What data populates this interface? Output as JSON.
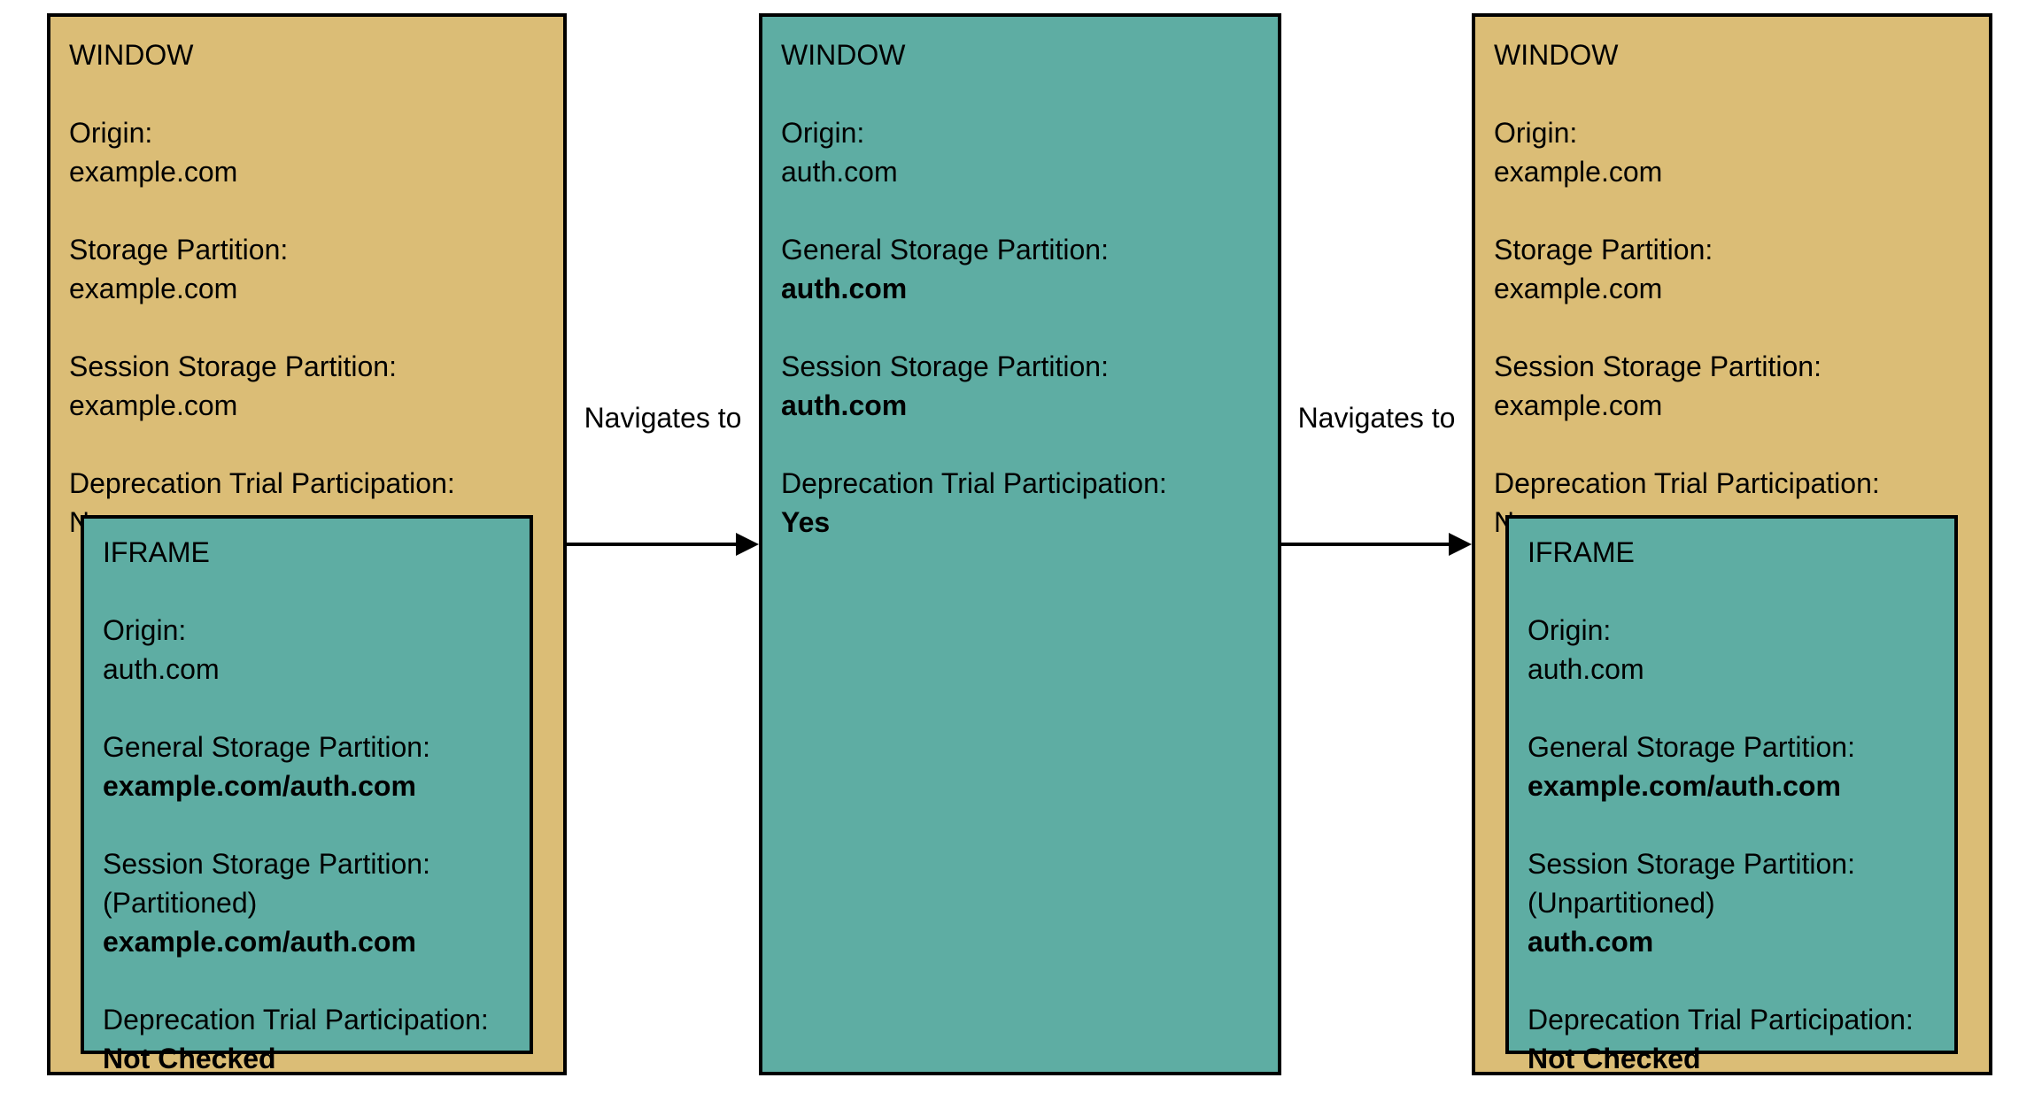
{
  "colors": {
    "window_fill": "#DBBD76",
    "iframe_fill": "#5EADA3",
    "border": "#000000",
    "text": "#000000",
    "background": "#FFFFFF"
  },
  "boxes": [
    {
      "title": "WINDOW",
      "fields": [
        {
          "label": "Origin:",
          "values": [
            "example.com"
          ]
        },
        {
          "label": "Storage Partition:",
          "values": [
            "example.com"
          ]
        },
        {
          "label": "Session Storage Partition:",
          "values": [
            "example.com"
          ]
        },
        {
          "label": "Deprecation Trial Participation:",
          "values": [
            "No"
          ]
        }
      ],
      "iframe": {
        "title": "IFRAME",
        "fields": [
          {
            "label": "Origin:",
            "values": [
              "auth.com"
            ]
          },
          {
            "label": "General Storage Partition:",
            "values": [
              "example.com/auth.com"
            ]
          },
          {
            "label": "Session Storage Partition:",
            "values": [
              "(Partitioned)",
              "example.com/auth.com"
            ]
          },
          {
            "label": "Deprecation Trial Participation:",
            "values": [
              "Not Checked"
            ]
          }
        ]
      }
    },
    {
      "title": "WINDOW",
      "fields": [
        {
          "label": "Origin:",
          "values": [
            "auth.com"
          ]
        },
        {
          "label": "General Storage Partition:",
          "values": [
            "auth.com"
          ]
        },
        {
          "label": "Session Storage Partition:",
          "values": [
            "auth.com"
          ]
        },
        {
          "label": "Deprecation Trial Participation:",
          "values": [
            "Yes"
          ]
        }
      ]
    },
    {
      "title": "WINDOW",
      "fields": [
        {
          "label": "Origin:",
          "values": [
            "example.com"
          ]
        },
        {
          "label": "Storage Partition:",
          "values": [
            "example.com"
          ]
        },
        {
          "label": "Session Storage Partition:",
          "values": [
            "example.com"
          ]
        },
        {
          "label": "Deprecation Trial Participation:",
          "values": [
            "No"
          ]
        }
      ],
      "iframe": {
        "title": "IFRAME",
        "fields": [
          {
            "label": "Origin:",
            "values": [
              "auth.com"
            ]
          },
          {
            "label": "General Storage Partition:",
            "values": [
              "example.com/auth.com"
            ]
          },
          {
            "label": "Session Storage Partition:",
            "values": [
              "(Unpartitioned)",
              "auth.com"
            ]
          },
          {
            "label": "Deprecation Trial Participation:",
            "values": [
              "Not Checked"
            ]
          }
        ]
      }
    }
  ],
  "arrows": [
    {
      "label": "Navigates to"
    },
    {
      "label": "Navigates to"
    }
  ]
}
